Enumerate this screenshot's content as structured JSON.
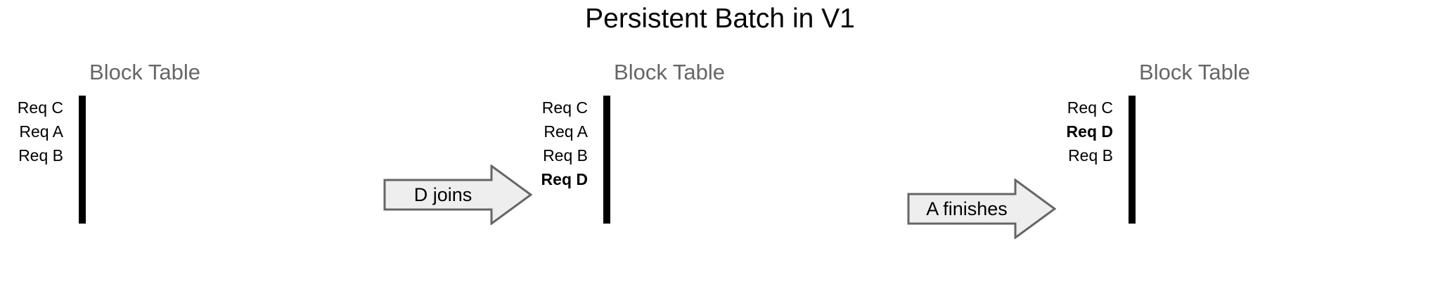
{
  "title": "Persistent Batch in V1",
  "colors": {
    "green": "#d5e8d4",
    "pink": "#f8cecc",
    "yellow": "#fff2cc",
    "blue": "#dae8fc",
    "empty": "#ffffff",
    "border": "#000000",
    "panel_title": "#666666",
    "arrow_fill": "#eeeeee",
    "arrow_stroke": "#666666"
  },
  "table_shape": {
    "rows": 5,
    "cols": 4
  },
  "stages": [
    {
      "id": "stage-1",
      "panel_title": "Block Table",
      "rows": [
        {
          "label": "Req C",
          "color": "green",
          "bold": false,
          "filled": true
        },
        {
          "label": "Req A",
          "color": "pink",
          "bold": false,
          "filled": true
        },
        {
          "label": "Req B",
          "color": "yellow",
          "bold": false,
          "filled": true
        },
        {
          "label": "",
          "color": "empty",
          "bold": false,
          "filled": false
        },
        {
          "label": "",
          "color": "empty",
          "bold": false,
          "filled": false
        }
      ]
    },
    {
      "id": "stage-2",
      "panel_title": "Block Table",
      "rows": [
        {
          "label": "Req C",
          "color": "green",
          "bold": false,
          "filled": true
        },
        {
          "label": "Req A",
          "color": "pink",
          "bold": false,
          "filled": true
        },
        {
          "label": "Req B",
          "color": "yellow",
          "bold": false,
          "filled": true
        },
        {
          "label": "Req D",
          "color": "blue",
          "bold": true,
          "filled": true
        },
        {
          "label": "",
          "color": "empty",
          "bold": false,
          "filled": false
        }
      ]
    },
    {
      "id": "stage-3",
      "panel_title": "Block Table",
      "rows": [
        {
          "label": "Req C",
          "color": "green",
          "bold": false,
          "filled": true
        },
        {
          "label": "Req D",
          "color": "blue",
          "bold": true,
          "filled": true
        },
        {
          "label": "Req B",
          "color": "yellow",
          "bold": false,
          "filled": true
        },
        {
          "label": "",
          "color": "empty",
          "bold": false,
          "filled": false
        },
        {
          "label": "",
          "color": "empty",
          "bold": false,
          "filled": false
        }
      ]
    }
  ],
  "arrows": [
    {
      "id": "arrow-d-joins",
      "label": "D joins"
    },
    {
      "id": "arrow-a-finishes",
      "label": "A finishes"
    }
  ]
}
